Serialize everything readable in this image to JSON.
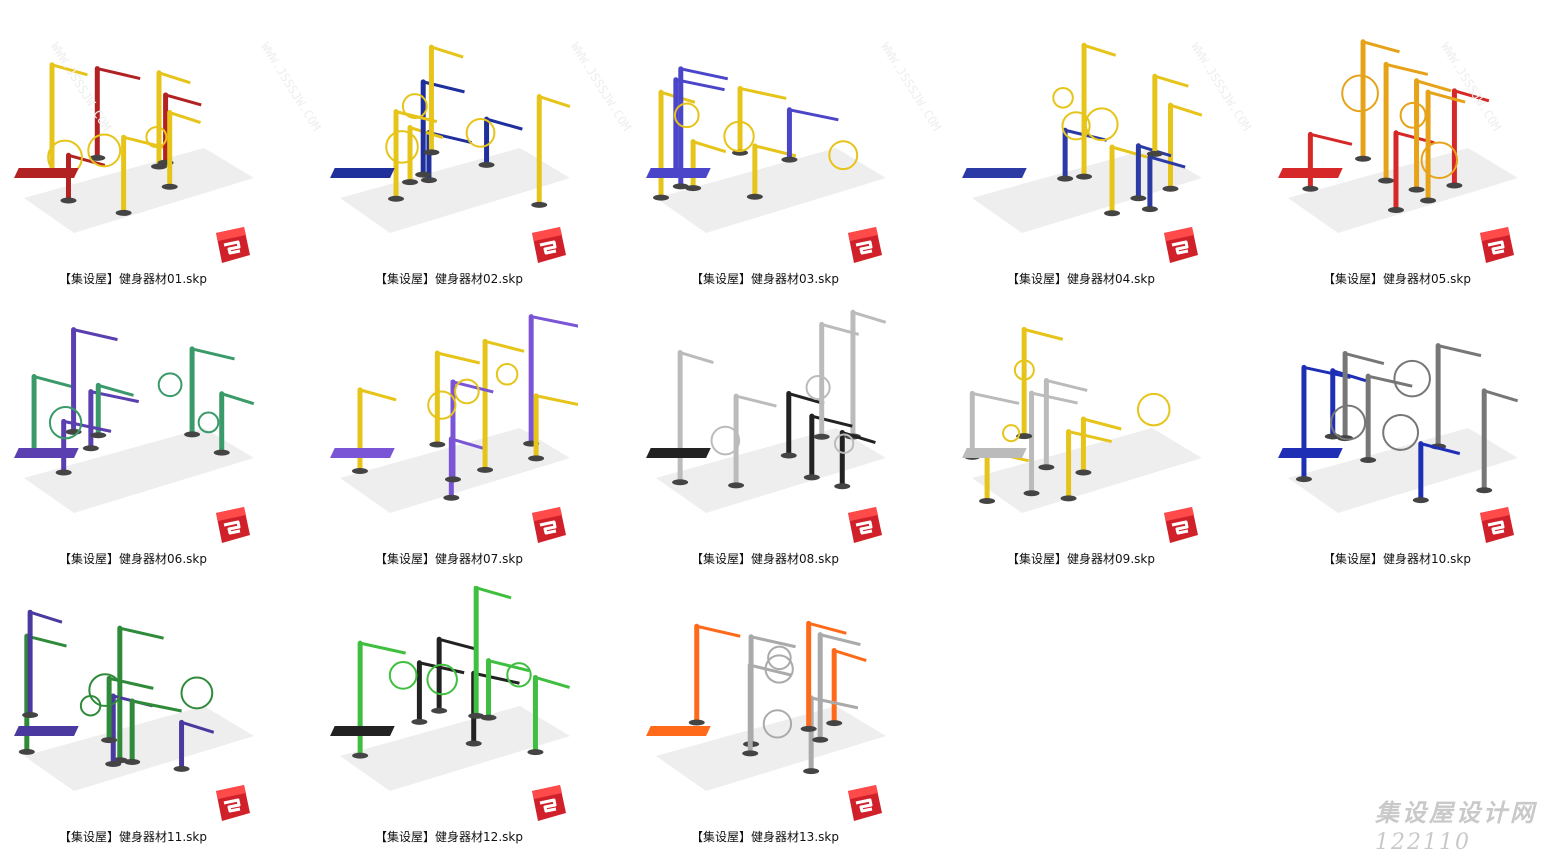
{
  "files": [
    {
      "caption": "【集设屋】健身器材01.skp",
      "accent": "#b22222",
      "alt": "#e6c419"
    },
    {
      "caption": "【集设屋】健身器材02.skp",
      "accent": "#1f2f9c",
      "alt": "#e6c419"
    },
    {
      "caption": "【集设屋】健身器材03.skp",
      "accent": "#4b46c9",
      "alt": "#e6c419"
    },
    {
      "caption": "【集设屋】健身器材04.skp",
      "accent": "#2b3aa5",
      "alt": "#e6c419"
    },
    {
      "caption": "【集设屋】健身器材05.skp",
      "accent": "#d62828",
      "alt": "#e6a319"
    },
    {
      "caption": "【集设屋】健身器材06.skp",
      "accent": "#5a3fb0",
      "alt": "#3a9a6a"
    },
    {
      "caption": "【集设屋】健身器材07.skp",
      "accent": "#7a55d6",
      "alt": "#e6c419"
    },
    {
      "caption": "【集设屋】健身器材08.skp",
      "accent": "#222222",
      "alt": "#bbbbbb"
    },
    {
      "caption": "【集设屋】健身器材09.skp",
      "accent": "#bbbbbb",
      "alt": "#e6c419"
    },
    {
      "caption": "【集设屋】健身器材10.skp",
      "accent": "#1e2fb5",
      "alt": "#777777"
    },
    {
      "caption": "【集设屋】健身器材11.skp",
      "accent": "#4a3aa0",
      "alt": "#2f8a3a"
    },
    {
      "caption": "【集设屋】健身器材12.skp",
      "accent": "#222222",
      "alt": "#3fbf3f"
    },
    {
      "caption": "【集设屋】健身器材13.skp",
      "accent": "#ff6a1a",
      "alt": "#aaaaaa"
    }
  ],
  "badge_color": "#d0212b",
  "watermark": {
    "title": "集设屋设计网",
    "code": "122110"
  },
  "diagonal_watermark": "WWW.JSSSJW.COM"
}
